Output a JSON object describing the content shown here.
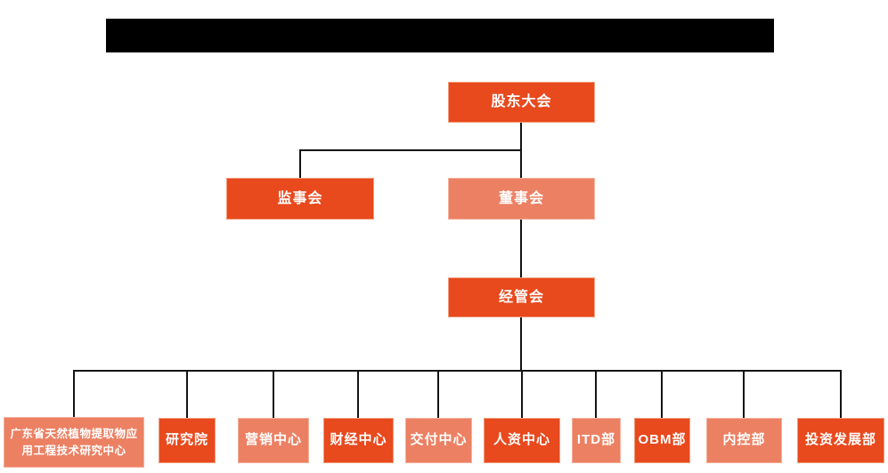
{
  "title_bar": {
    "text": "",
    "color": "#000000"
  },
  "colors": {
    "primary_box": "#e8491d",
    "secondary_box": "#ec8063",
    "connector_line": "#141414",
    "box_text": "#ffffff",
    "background": "#ffffff"
  },
  "org": {
    "level1": {
      "label": "股东大会"
    },
    "level2": {
      "supervisory": {
        "label": "监事会"
      },
      "board": {
        "label": "董事会"
      }
    },
    "level3": {
      "management": {
        "label": "经管会"
      }
    },
    "level4": [
      {
        "label": "广东省天然植物提取物应用工程技术研究中心"
      },
      {
        "label": "研究院"
      },
      {
        "label": "营销中心"
      },
      {
        "label": "财经中心"
      },
      {
        "label": "交付中心"
      },
      {
        "label": "人资中心"
      },
      {
        "label": "ITD部"
      },
      {
        "label": "OBM部"
      },
      {
        "label": "内控部"
      },
      {
        "label": "投资发展部"
      }
    ],
    "edges": [
      [
        "股东大会",
        "监事会"
      ],
      [
        "股东大会",
        "董事会"
      ],
      [
        "董事会",
        "经管会"
      ],
      [
        "经管会",
        "广东省天然植物提取物应用工程技术研究中心"
      ],
      [
        "经管会",
        "研究院"
      ],
      [
        "经管会",
        "营销中心"
      ],
      [
        "经管会",
        "财经中心"
      ],
      [
        "经管会",
        "交付中心"
      ],
      [
        "经管会",
        "人资中心"
      ],
      [
        "经管会",
        "ITD部"
      ],
      [
        "经管会",
        "OBM部"
      ],
      [
        "经管会",
        "内控部"
      ],
      [
        "经管会",
        "投资发展部"
      ]
    ]
  }
}
